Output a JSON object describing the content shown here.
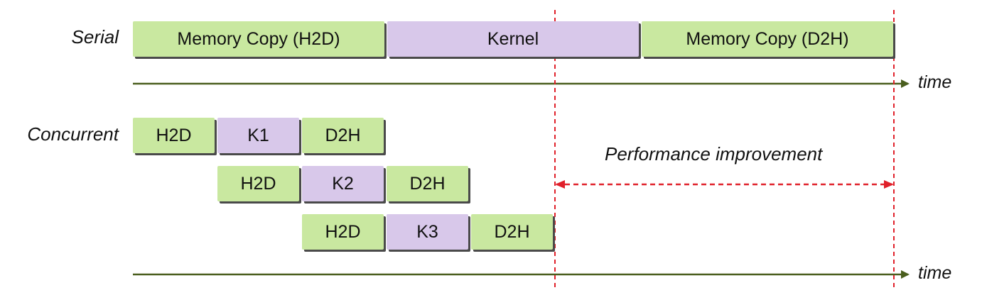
{
  "serial": {
    "label": "Serial",
    "blocks": [
      {
        "text": "Memory Copy (H2D)",
        "kind": "copy"
      },
      {
        "text": "Kernel",
        "kind": "kernel"
      },
      {
        "text": "Memory Copy (D2H)",
        "kind": "copy"
      }
    ]
  },
  "concurrent": {
    "label": "Concurrent",
    "streams": [
      [
        {
          "text": "H2D",
          "kind": "copy"
        },
        {
          "text": "K1",
          "kind": "kernel"
        },
        {
          "text": "D2H",
          "kind": "copy"
        }
      ],
      [
        {
          "text": "H2D",
          "kind": "copy"
        },
        {
          "text": "K2",
          "kind": "kernel"
        },
        {
          "text": "D2H",
          "kind": "copy"
        }
      ],
      [
        {
          "text": "H2D",
          "kind": "copy"
        },
        {
          "text": "K3",
          "kind": "kernel"
        },
        {
          "text": "D2H",
          "kind": "copy"
        }
      ]
    ]
  },
  "axis": {
    "label": "time"
  },
  "improvement": {
    "label": "Performance improvement"
  },
  "colors": {
    "copy": "#c9e8a0",
    "kernel": "#d8c8ea",
    "axis": "#4a5e1e",
    "marker": "#e0202a"
  }
}
